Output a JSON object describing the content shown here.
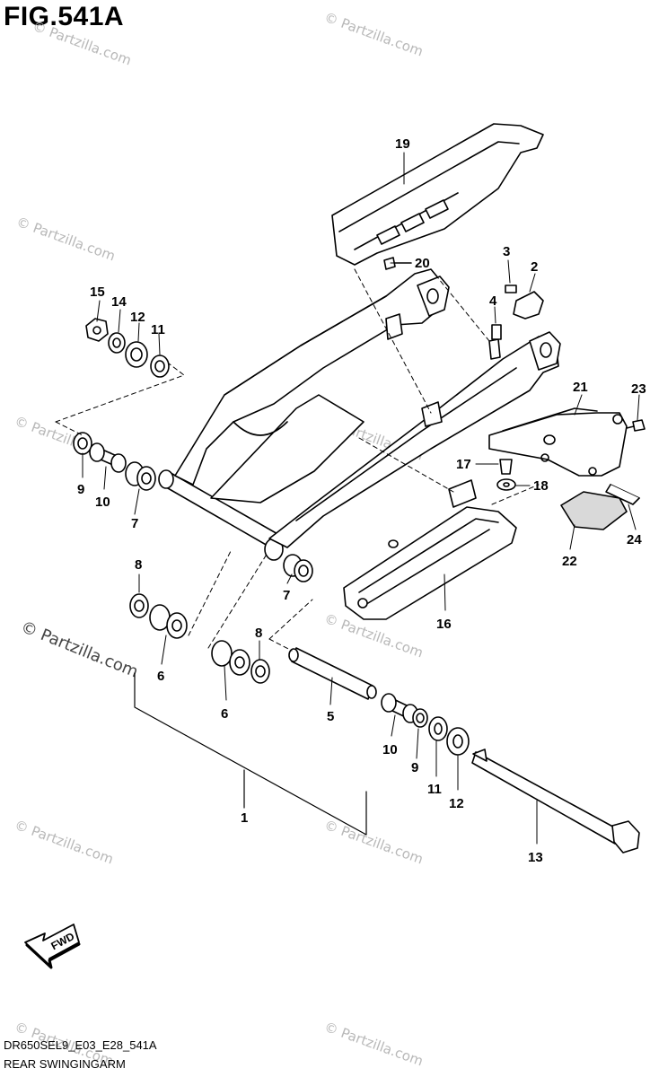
{
  "figure": {
    "title": "FIG.541A",
    "model_code": "DR650SEL9_E03_E28_541A",
    "name": "REAR SWINGINGARM"
  },
  "watermarks": {
    "small": "© Partzilla.com",
    "large": "© Partzilla.com"
  },
  "fwd_label": "FWD",
  "callouts": [
    "1",
    "2",
    "3",
    "4",
    "5",
    "6",
    "6",
    "7",
    "7",
    "8",
    "8",
    "9",
    "9",
    "10",
    "10",
    "11",
    "11",
    "12",
    "12",
    "13",
    "14",
    "15",
    "16",
    "17",
    "18",
    "19",
    "20",
    "21",
    "22",
    "23",
    "24"
  ],
  "colors": {
    "line": "#000000",
    "fill": "#ffffff",
    "shade": "#d9d9d9",
    "watermark": "#b8b8b8"
  }
}
